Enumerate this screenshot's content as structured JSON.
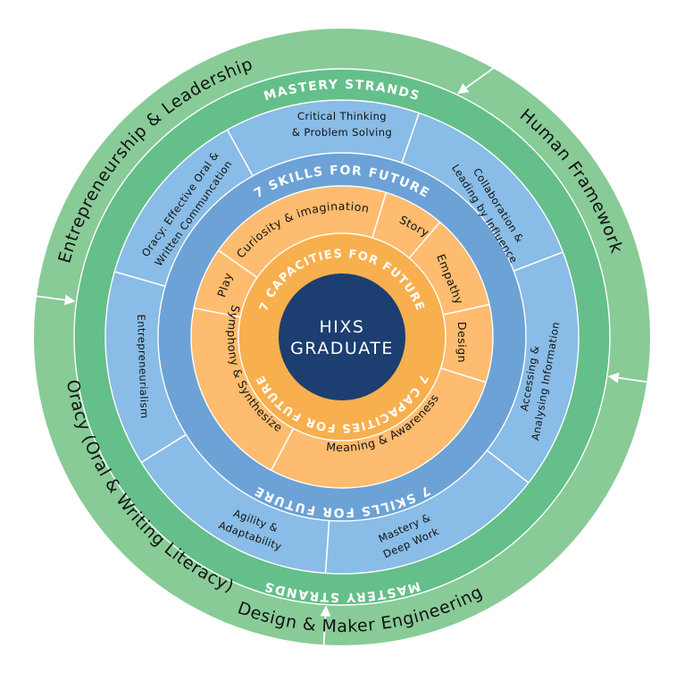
{
  "colors": {
    "outer_ring": "#88CB97",
    "mastery_band": "#64BF8A",
    "skills_ring": "#89BCE6",
    "skills_band": "#6CA2D6",
    "capacities_ring": "#FDBC6F",
    "capacities_band": "#F8AF4D",
    "core": "#1C3E70",
    "divider": "#ffffff",
    "label_dark": "#111111",
    "label_light": "#ffffff"
  },
  "core": {
    "line1": "HIXS",
    "line2": "GRADUATE"
  },
  "outer_ring": {
    "segments": [
      {
        "label": "Entrepreneurship & Leadership"
      },
      {
        "label": "Human Framework"
      },
      {
        "label": "Design & Maker Engineering"
      },
      {
        "label": "Oracy (Oral & Writing Literacy)"
      }
    ],
    "arrows": 4
  },
  "mastery_band": {
    "title_top": "MASTERY STRANDS",
    "title_bottom": "MASTERY STRANDS"
  },
  "skills_ring": {
    "segments": [
      {
        "line1": "Critical Thinking",
        "line2": "& Problem Solving"
      },
      {
        "line1": "Collaboration &",
        "line2": "Leading by Influence"
      },
      {
        "line1": "Accessing &",
        "line2": "Analysing Information"
      },
      {
        "line1": "Mastery &",
        "line2": "Deep Work"
      },
      {
        "line1": "Agility &",
        "line2": "Adaptability"
      },
      {
        "line1": "Entrepreneurialism",
        "line2": ""
      },
      {
        "line1": "Oracy: Effective Oral &",
        "line2": "Written Communcation"
      }
    ]
  },
  "skills_band": {
    "title_top": "7 SKILLS FOR FUTURE",
    "title_bottom": "7 SKILLS FOR FUTURE"
  },
  "capacities_ring": {
    "segments": [
      {
        "label": "Curiosity & imagination"
      },
      {
        "label": "Story"
      },
      {
        "label": "Empathy"
      },
      {
        "label": "Design"
      },
      {
        "label": "Meaning & Awareness"
      },
      {
        "label": "Symphony & Synthesize"
      },
      {
        "label": "Play"
      }
    ]
  },
  "capacities_band": {
    "title_top": "7 CAPACITIES FOR FUTURE",
    "title_bottom": "7 CAPACITIES FOR FUTURE"
  }
}
